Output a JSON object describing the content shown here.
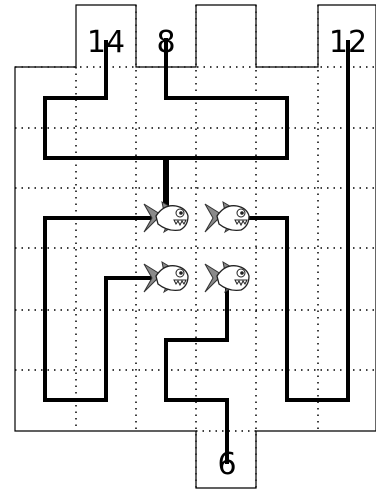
{
  "puzzle": {
    "type": "fish path puzzle",
    "labels": [
      {
        "id": "top-left",
        "text": "14"
      },
      {
        "id": "top-middle",
        "text": "8"
      },
      {
        "id": "top-right",
        "text": "12"
      },
      {
        "id": "bottom",
        "text": "6"
      }
    ],
    "fish": [
      {
        "id": "fish-1",
        "facing": "right",
        "icon": "piranha-icon"
      },
      {
        "id": "fish-2",
        "facing": "right",
        "icon": "piranha-icon"
      },
      {
        "id": "fish-3",
        "facing": "right",
        "icon": "piranha-icon"
      },
      {
        "id": "fish-4",
        "facing": "right",
        "icon": "piranha-icon"
      }
    ],
    "colors": {
      "line": "#000000",
      "fin": "#8a8a8a",
      "background": "#ffffff"
    }
  }
}
